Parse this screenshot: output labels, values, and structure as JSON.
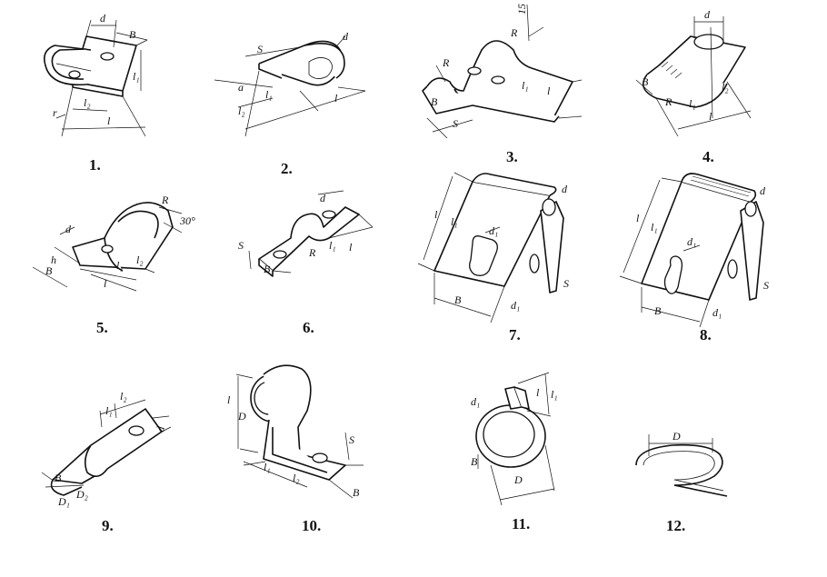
{
  "figures": [
    {
      "number": "1.",
      "labels": [
        "d",
        "B",
        "l₁",
        "l₂",
        "l",
        "r"
      ]
    },
    {
      "number": "2.",
      "labels": [
        "S",
        "d",
        "a",
        "l₂",
        "l₁",
        "l"
      ]
    },
    {
      "number": "3.",
      "labels": [
        "15",
        "R",
        "R",
        "B",
        "S",
        "l₁",
        "l"
      ]
    },
    {
      "number": "4.",
      "labels": [
        "d",
        "B",
        "R",
        "l₁",
        "l₂",
        "l"
      ]
    },
    {
      "number": "5.",
      "labels": [
        "d",
        "R",
        "30°",
        "h",
        "B",
        "l",
        "l₁",
        "l₂"
      ]
    },
    {
      "number": "6.",
      "labels": [
        "d",
        "S",
        "B",
        "R",
        "l₁",
        "l"
      ]
    },
    {
      "number": "7.",
      "labels": [
        "d",
        "l",
        "l₁",
        "d₁",
        "B",
        "d₁",
        "S"
      ]
    },
    {
      "number": "8.",
      "labels": [
        "d",
        "l",
        "l₁",
        "d₁",
        "B",
        "d₁",
        "S"
      ]
    },
    {
      "number": "9.",
      "labels": [
        "l₁",
        "l₂",
        "d",
        "B",
        "D₁",
        "D₂"
      ]
    },
    {
      "number": "10.",
      "labels": [
        "l",
        "D",
        "S",
        "l₁",
        "l₂",
        "B"
      ]
    },
    {
      "number": "11.",
      "labels": [
        "d₁",
        "l",
        "l₁",
        "B",
        "D"
      ]
    },
    {
      "number": "12.",
      "labels": [
        "D"
      ]
    }
  ],
  "colors": {
    "ink": "#111111",
    "paper": "#ffffff"
  }
}
